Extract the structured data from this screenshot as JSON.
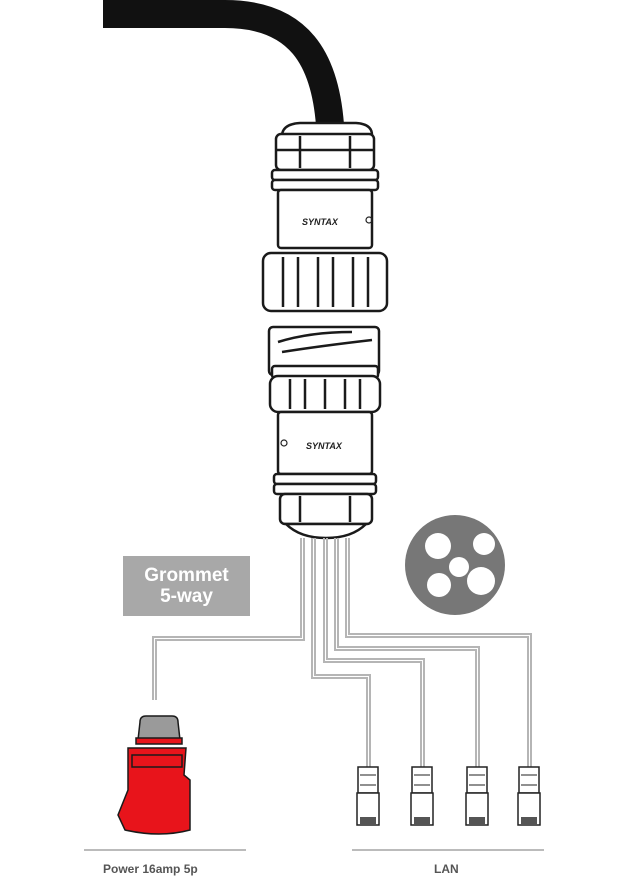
{
  "brand": "SYNTAX",
  "grommet": {
    "line1": "Grommet",
    "line2": "5-way"
  },
  "captions": {
    "power": "Power 16amp 5p",
    "lan": "LAN"
  },
  "colors": {
    "cable": "#111111",
    "outline": "#1a1a1a",
    "body": "#ffffff",
    "plug": "#e8141b",
    "plug_cap": "#9a9a9a",
    "grommet_disc": "#777777",
    "label_box": "#a8a8a8",
    "wire": "#b5b5b5"
  },
  "icons": [
    "grommet-5-hole-icon",
    "power-plug-16a-icon",
    "rj45-plug-icon"
  ]
}
